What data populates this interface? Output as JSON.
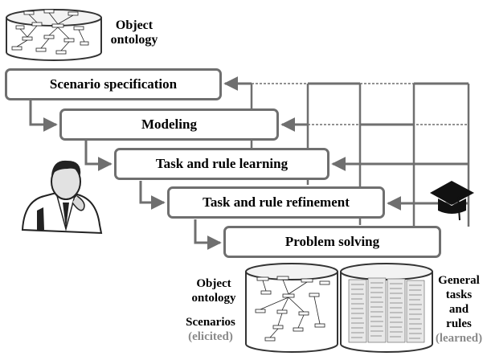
{
  "top_db_label": [
    "Object",
    "ontology"
  ],
  "stages": [
    {
      "id": "scenario",
      "label": "Scenario specification"
    },
    {
      "id": "modeling",
      "label": "Modeling"
    },
    {
      "id": "learning",
      "label": "Task and rule learning"
    },
    {
      "id": "refinement",
      "label": "Task and rule refinement"
    },
    {
      "id": "solving",
      "label": "Problem solving"
    }
  ],
  "bottom_left_label": {
    "line1": "Object",
    "line2": "ontology",
    "line3": "Scenarios",
    "line4": "(elicited)"
  },
  "bottom_right_label": {
    "line1": "General",
    "line2": "tasks",
    "line3": "and",
    "line4": "rules",
    "line5": "(learned)"
  },
  "colors": {
    "box_border": "#6f6f6f",
    "arrow": "#6f6f6f",
    "sub_label": "#8a8a8a"
  },
  "icons": [
    "expert-person-icon",
    "graduation-cap-icon",
    "ontology-database-icon",
    "rules-database-icon"
  ]
}
